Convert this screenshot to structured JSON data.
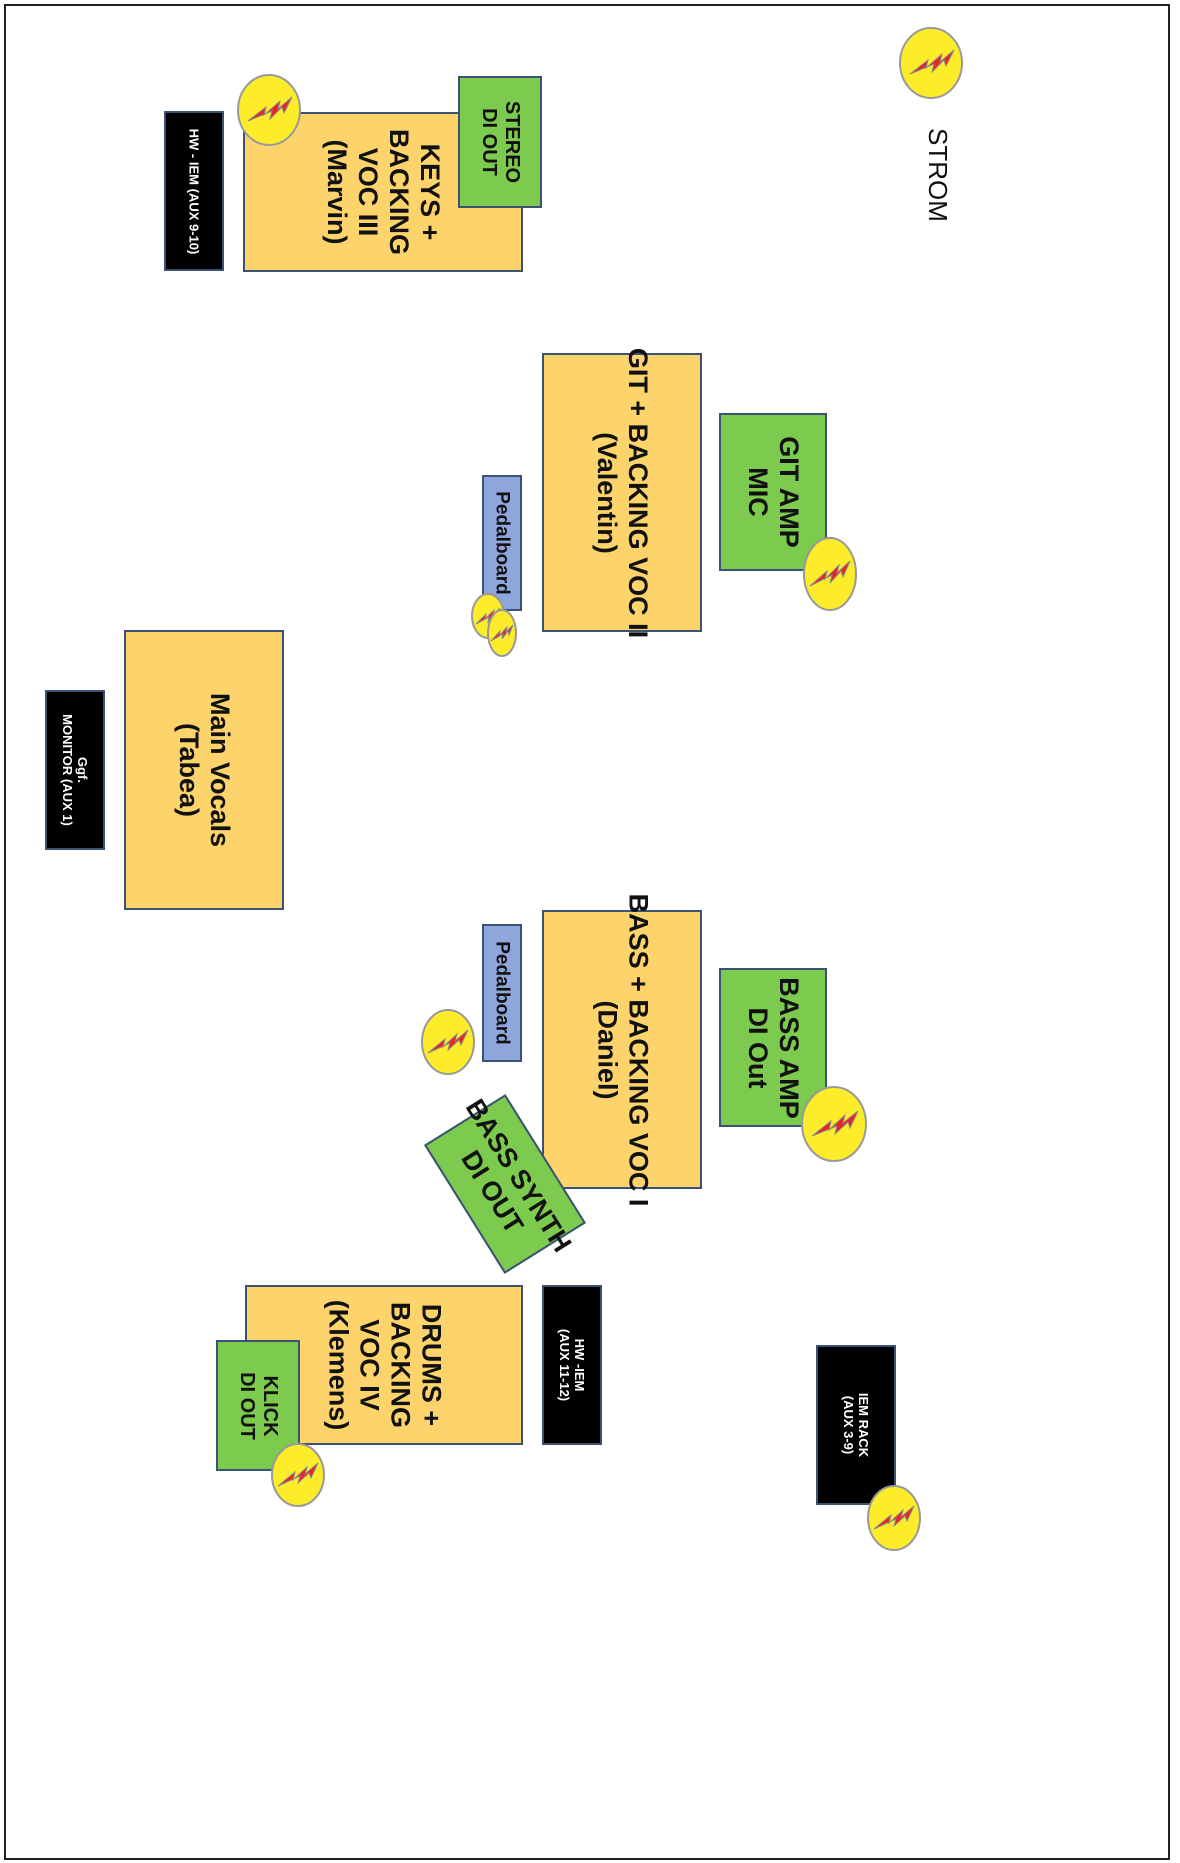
{
  "diagram": {
    "strom_label": "STROM",
    "colors": {
      "musician_box": "#fdd36b",
      "di_box": "#7cca4e",
      "pedalboard_box": "#8ea6dc",
      "monitor_box": "#000000",
      "box_border": "#3b5175",
      "power_fill": "#fcec2a",
      "power_bolt": "#e8232a"
    },
    "power_icon": "power-outlet-icon",
    "musicians": {
      "keys": "KEYS +\nBACKING\nVOC III\n(Marvin)",
      "guitar": "GIT + BACKING VOC II\n(Valentin)",
      "vocals": "Main Vocals\n(Tabea)",
      "bass": "BASS + BACKING VOC I\n(Daniel)",
      "drums": "DRUMS +\nBACKING\nVOC IV\n(Klemens)"
    },
    "inputs": {
      "stereo_di": "STEREO\nDI OUT",
      "git_amp": "GIT AMP\nMIC",
      "bass_amp": "BASS AMP\nDI Out",
      "bass_synth": "BASS SYNTH\nDI OUT",
      "klick": "KLICK\nDI OUT"
    },
    "pedalboards": {
      "guitar": "Pedalboard",
      "bass": "Pedalboard"
    },
    "monitors": {
      "keys_iem": "HW - IEM (AUX 9-10)",
      "vocal_monitor": "Ggf.\nMONITOR (AUX 1)",
      "drums_iem": "HW -IEM\n(AUX 11-12)",
      "iem_rack": "IEM RACK\n(AUX 3-9)"
    }
  }
}
